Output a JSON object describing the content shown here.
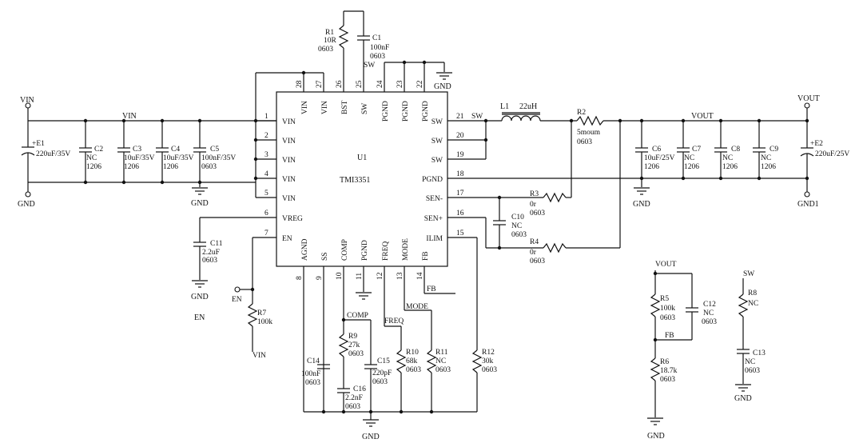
{
  "ic": {
    "ref": "U1",
    "part": "TMI3351",
    "pins_left": [
      {
        "num": "1",
        "name": "VIN"
      },
      {
        "num": "2",
        "name": "VIN"
      },
      {
        "num": "3",
        "name": "VIN"
      },
      {
        "num": "4",
        "name": "VIN"
      },
      {
        "num": "5",
        "name": "VIN"
      },
      {
        "num": "6",
        "name": "VREG"
      },
      {
        "num": "7",
        "name": "EN"
      }
    ],
    "pins_right": [
      {
        "num": "21",
        "name": "SW"
      },
      {
        "num": "20",
        "name": "SW"
      },
      {
        "num": "19",
        "name": "SW"
      },
      {
        "num": "18",
        "name": "PGND"
      },
      {
        "num": "17",
        "name": "SEN-"
      },
      {
        "num": "16",
        "name": "SEN+"
      },
      {
        "num": "15",
        "name": "ILIM"
      }
    ],
    "pins_top": [
      {
        "num": "28",
        "name": "VIN"
      },
      {
        "num": "27",
        "name": "VIN"
      },
      {
        "num": "26",
        "name": "BST"
      },
      {
        "num": "25",
        "name": "SW"
      },
      {
        "num": "24",
        "name": "PGND"
      },
      {
        "num": "23",
        "name": "PGND"
      },
      {
        "num": "22",
        "name": "PGND"
      }
    ],
    "pins_bottom": [
      {
        "num": "8",
        "name": "AGND"
      },
      {
        "num": "9",
        "name": "SS"
      },
      {
        "num": "10",
        "name": "COMP"
      },
      {
        "num": "11",
        "name": "PGND"
      },
      {
        "num": "12",
        "name": "FREQ"
      },
      {
        "num": "13",
        "name": "MODE"
      },
      {
        "num": "14",
        "name": "FB"
      }
    ]
  },
  "components": {
    "E1": {
      "ref": "+E1",
      "value": "220uF/35V"
    },
    "C2": {
      "ref": "C2",
      "l1": "NC",
      "l2": "1206"
    },
    "C3": {
      "ref": "C3",
      "l1": "10uF/35V",
      "l2": "1206"
    },
    "C4": {
      "ref": "C4",
      "l1": "10uF/35V",
      "l2": "1206"
    },
    "C5": {
      "ref": "C5",
      "l1": "100nF/35V",
      "l2": "0603"
    },
    "R1": {
      "ref": "R1",
      "l1": "10R",
      "l2": "0603"
    },
    "C1": {
      "ref": "C1",
      "l1": "100nF",
      "l2": "0603"
    },
    "C11": {
      "ref": "C11",
      "l1": "2.2uF",
      "l2": "0603"
    },
    "R7": {
      "ref": "R7",
      "l1": "100k"
    },
    "L1": {
      "ref": "L1",
      "value": "22uH"
    },
    "R2": {
      "ref": "R2",
      "l1": "5moum",
      "l2": "0603"
    },
    "R3": {
      "ref": "R3",
      "l1": "0r",
      "l2": "0603"
    },
    "R4": {
      "ref": "R4",
      "l1": "0r",
      "l2": "0603"
    },
    "C10": {
      "ref": "C10",
      "l1": "NC",
      "l2": "0603"
    },
    "C6": {
      "ref": "C6",
      "l1": "10uF/25V",
      "l2": "1206"
    },
    "C7": {
      "ref": "C7",
      "l1": "NC",
      "l2": "1206"
    },
    "C8": {
      "ref": "C8",
      "l1": "NC",
      "l2": "1206"
    },
    "C9": {
      "ref": "C9",
      "l1": "NC",
      "l2": "1206"
    },
    "E2": {
      "ref": "+E2",
      "value": "220uF/25V"
    },
    "C14": {
      "ref": "C14",
      "l1": "100nF",
      "l2": "0603"
    },
    "R9": {
      "ref": "R9",
      "l1": "27k",
      "l2": "0603"
    },
    "C16": {
      "ref": "C16",
      "l1": "2.2nF",
      "l2": "0603"
    },
    "C15": {
      "ref": "C15",
      "l1": "220pF",
      "l2": "0603"
    },
    "R10": {
      "ref": "R10",
      "l1": "68k",
      "l2": "0603"
    },
    "R11": {
      "ref": "R11",
      "l1": "NC",
      "l2": "0603"
    },
    "R12": {
      "ref": "R12",
      "l1": "30k",
      "l2": "0603"
    },
    "R5": {
      "ref": "R5",
      "l1": "100k",
      "l2": "0603"
    },
    "C12": {
      "ref": "C12",
      "l1": "NC",
      "l2": "0603"
    },
    "R6": {
      "ref": "R6",
      "l1": "18.7k",
      "l2": "0603"
    },
    "R8": {
      "ref": "R8",
      "l1": "NC"
    },
    "C13": {
      "ref": "C13",
      "l1": "NC",
      "l2": "0603"
    }
  },
  "nets": {
    "vin": "VIN",
    "gnd": "GND",
    "gnd1": "GND1",
    "vout": "VOUT",
    "sw": "SW",
    "en": "EN",
    "comp": "COMP",
    "freq": "FREQ",
    "mode": "MODE",
    "fb": "FB"
  }
}
